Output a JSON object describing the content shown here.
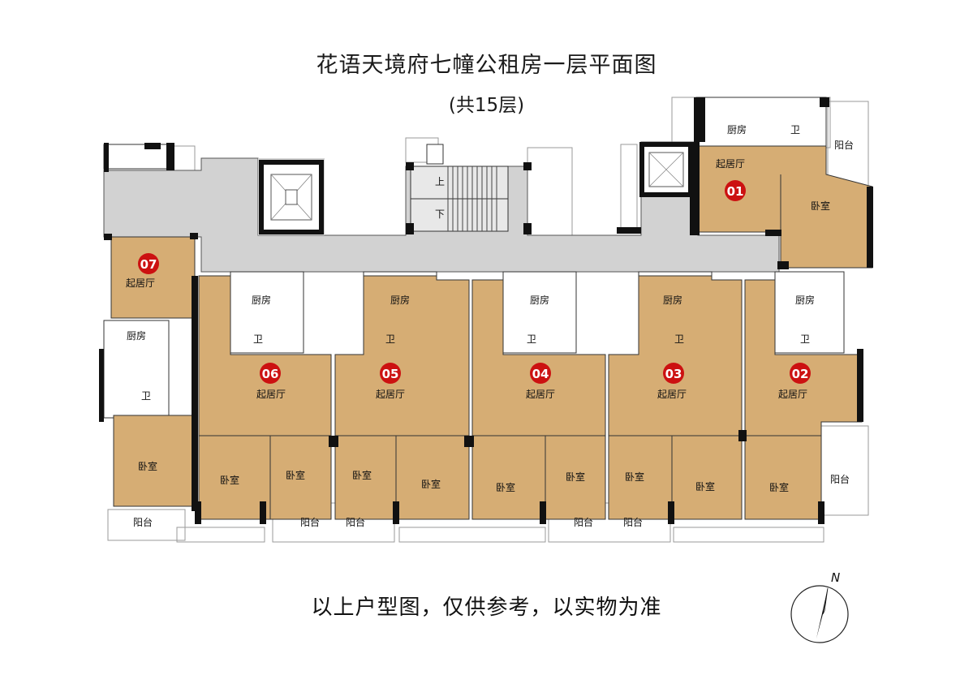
{
  "title": "花语天境府七幢公租房一层平面图",
  "subtitle": "(共15层)",
  "footer": "以上户型图，仅供参考，以实物为准",
  "compass_label": "N",
  "stair_labels": {
    "up": "上",
    "down": "下"
  },
  "colors": {
    "unit_fill": "#d6ad74",
    "corridor_fill": "#d2d2d2",
    "wall": "#111111",
    "badge": "#cc1111",
    "line": "#9a9a9a"
  },
  "units": [
    {
      "number": "01",
      "living": "起居厅",
      "kitchen": "厨房",
      "bath": "卫",
      "bedroom": "卧室",
      "balcony": "阳台"
    },
    {
      "number": "02",
      "living": "起居厅",
      "kitchen": "厨房",
      "bath": "卫",
      "bedroom": "卧室",
      "balcony": "阳台"
    },
    {
      "number": "03",
      "living": "起居厅",
      "kitchen": "厨房",
      "bath": "卫",
      "bedroom1": "卧室",
      "bedroom2": "卧室",
      "balcony": "阳台"
    },
    {
      "number": "04",
      "living": "起居厅",
      "kitchen": "厨房",
      "bath": "卫",
      "bedroom1": "卧室",
      "bedroom2": "卧室",
      "balcony": "阳台"
    },
    {
      "number": "05",
      "living": "起居厅",
      "kitchen": "厨房",
      "bath": "卫",
      "bedroom1": "卧室",
      "bedroom2": "卧室",
      "balcony": "阳台"
    },
    {
      "number": "06",
      "living": "起居厅",
      "kitchen": "厨房",
      "bath": "卫",
      "bedroom1": "卧室",
      "bedroom2": "卧室",
      "balcony": "阳台"
    },
    {
      "number": "07",
      "living": "起居厅",
      "kitchen": "厨房",
      "bath": "卫",
      "bedroom": "卧室",
      "balcony": "阳台"
    }
  ]
}
